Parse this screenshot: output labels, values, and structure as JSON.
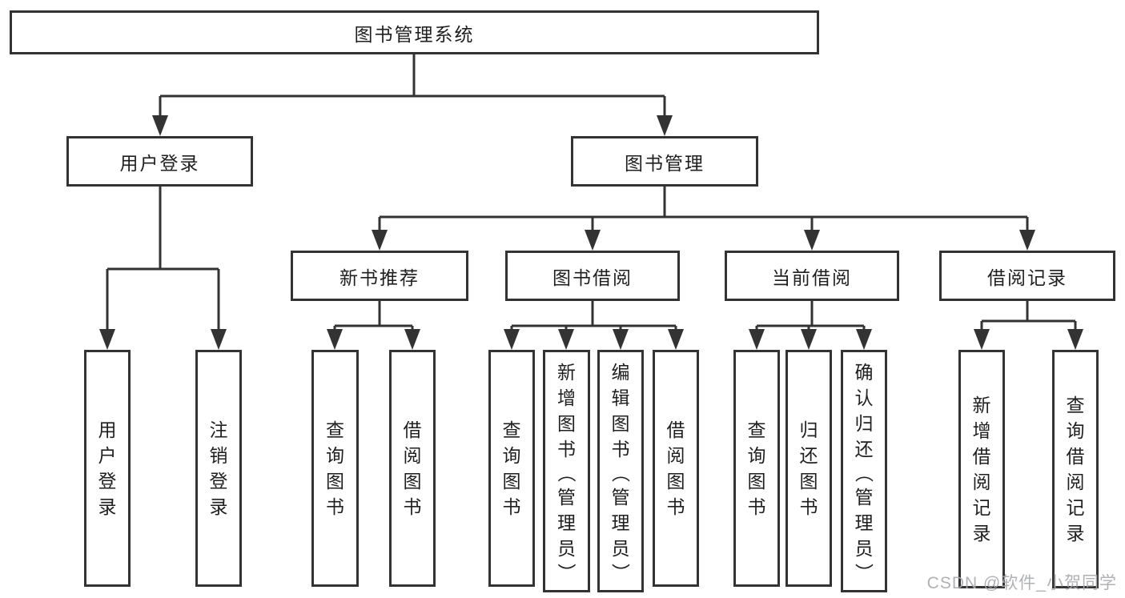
{
  "watermark": "CSDN @软件_小贺同学",
  "colors": {
    "line": "#333333",
    "text": "#1f1f1f",
    "watermark": "#a8a9ad",
    "background": "#ffffff"
  },
  "tree": {
    "label": "图书管理系统",
    "children": [
      {
        "label": "用户登录",
        "children": [
          {
            "label": "用户登录"
          },
          {
            "label": "注销登录"
          }
        ]
      },
      {
        "label": "图书管理",
        "children": [
          {
            "label": "新书推荐",
            "children": [
              {
                "label": "查询图书"
              },
              {
                "label": "借阅图书"
              }
            ]
          },
          {
            "label": "图书借阅",
            "children": [
              {
                "label": "查询图书"
              },
              {
                "label": "新增图书（管理员）"
              },
              {
                "label": "编辑图书（管理员）"
              },
              {
                "label": "借阅图书"
              }
            ]
          },
          {
            "label": "当前借阅",
            "children": [
              {
                "label": "查询图书"
              },
              {
                "label": "归还图书"
              },
              {
                "label": "确认归还（管理员）"
              }
            ]
          },
          {
            "label": "借阅记录",
            "children": [
              {
                "label": "新增借阅记录"
              },
              {
                "label": "查询借阅记录"
              }
            ]
          }
        ]
      }
    ]
  }
}
